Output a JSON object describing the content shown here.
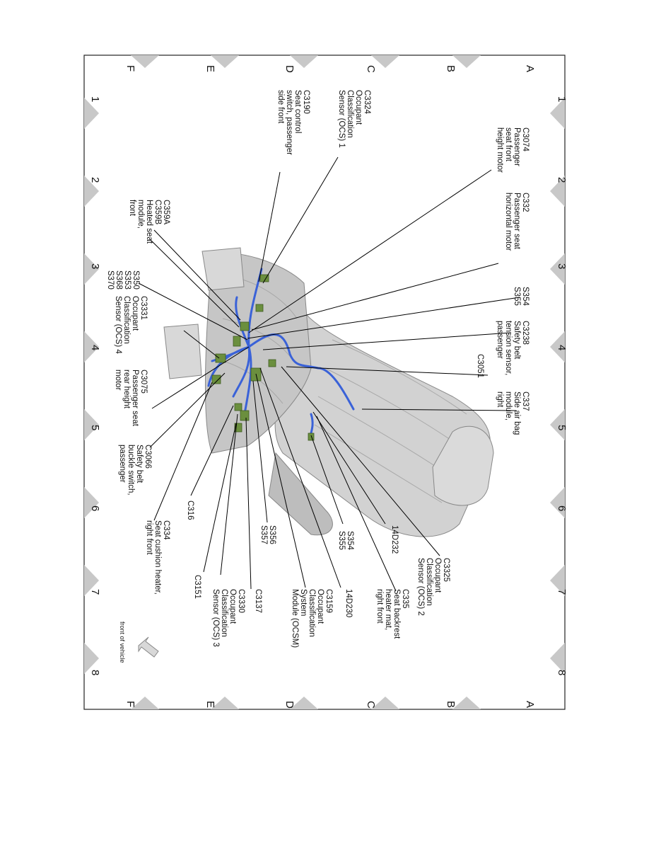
{
  "grid": {
    "rows": [
      "A",
      "B",
      "C",
      "D",
      "E",
      "F"
    ],
    "columns": [
      "1",
      "2",
      "3",
      "4",
      "5",
      "6",
      "7",
      "8"
    ]
  },
  "front_of_vehicle": "front of vehicle",
  "callouts": [
    {
      "id": "c3074",
      "lines": [
        "C3074",
        "Passenger",
        "seat front",
        "height motor"
      ]
    },
    {
      "id": "c332",
      "lines": [
        "C332",
        "Passenger seat",
        "horizontal motor"
      ]
    },
    {
      "id": "s354a",
      "lines": [
        "S354",
        "S355"
      ]
    },
    {
      "id": "c3238",
      "lines": [
        "C3238",
        "Safety belt",
        "tension sensor,",
        "passenger"
      ]
    },
    {
      "id": "c3051",
      "lines": [
        "C3051"
      ]
    },
    {
      "id": "c337",
      "lines": [
        "C337",
        "Side air bag",
        "module,",
        "right"
      ]
    },
    {
      "id": "c3324",
      "lines": [
        "C3324",
        "Occupant",
        "Classification",
        "Sensor (OCS) 1"
      ]
    },
    {
      "id": "c3190",
      "lines": [
        "C3190",
        "Seat control",
        "switch, passenger",
        "side front"
      ]
    },
    {
      "id": "c359",
      "lines": [
        "C359A",
        "C359B",
        "Heated seat",
        "module,",
        "front"
      ]
    },
    {
      "id": "s350",
      "lines": [
        "S350",
        "S353",
        "S368",
        "S370"
      ]
    },
    {
      "id": "c3331",
      "lines": [
        "C3331",
        "Occupant",
        "Classification",
        "Sensor (OCS) 4"
      ]
    },
    {
      "id": "c3075",
      "lines": [
        "C3075",
        "Passenger seat",
        "rear height",
        "motor"
      ]
    },
    {
      "id": "c3066",
      "lines": [
        "C3066",
        "Safety belt",
        "buckle switch,",
        "passenger"
      ]
    },
    {
      "id": "c316",
      "lines": [
        "C316"
      ]
    },
    {
      "id": "c334",
      "lines": [
        "C334",
        "Seat cushion heater,",
        "right front"
      ]
    },
    {
      "id": "s356",
      "lines": [
        "S356",
        "S357"
      ]
    },
    {
      "id": "c3151",
      "lines": [
        "C3151"
      ]
    },
    {
      "id": "c3137",
      "lines": [
        "C3137"
      ]
    },
    {
      "id": "c3330",
      "lines": [
        "C3330",
        "Occupant",
        "Classification",
        "Sensor (OCS) 3"
      ]
    },
    {
      "id": "c3159",
      "lines": [
        "C3159",
        "Occupant",
        "Classification",
        "System",
        "Module (OCSM)"
      ]
    },
    {
      "id": "d230",
      "lines": [
        "14D230"
      ]
    },
    {
      "id": "s354b",
      "lines": [
        "S354",
        "S355"
      ]
    },
    {
      "id": "c335",
      "lines": [
        "C335",
        "Seat backrest",
        "heater mat,",
        "right front"
      ]
    },
    {
      "id": "d232",
      "lines": [
        "14D232"
      ]
    },
    {
      "id": "c3325",
      "lines": [
        "C3325",
        "Occupant",
        "Classification",
        "Sensor (OCS) 2"
      ]
    }
  ],
  "colors": {
    "harness": "#3a62d8",
    "connector": "#6b8f3e",
    "seat": "#c9c9c9",
    "border_triangle": "#c8c8c8"
  }
}
